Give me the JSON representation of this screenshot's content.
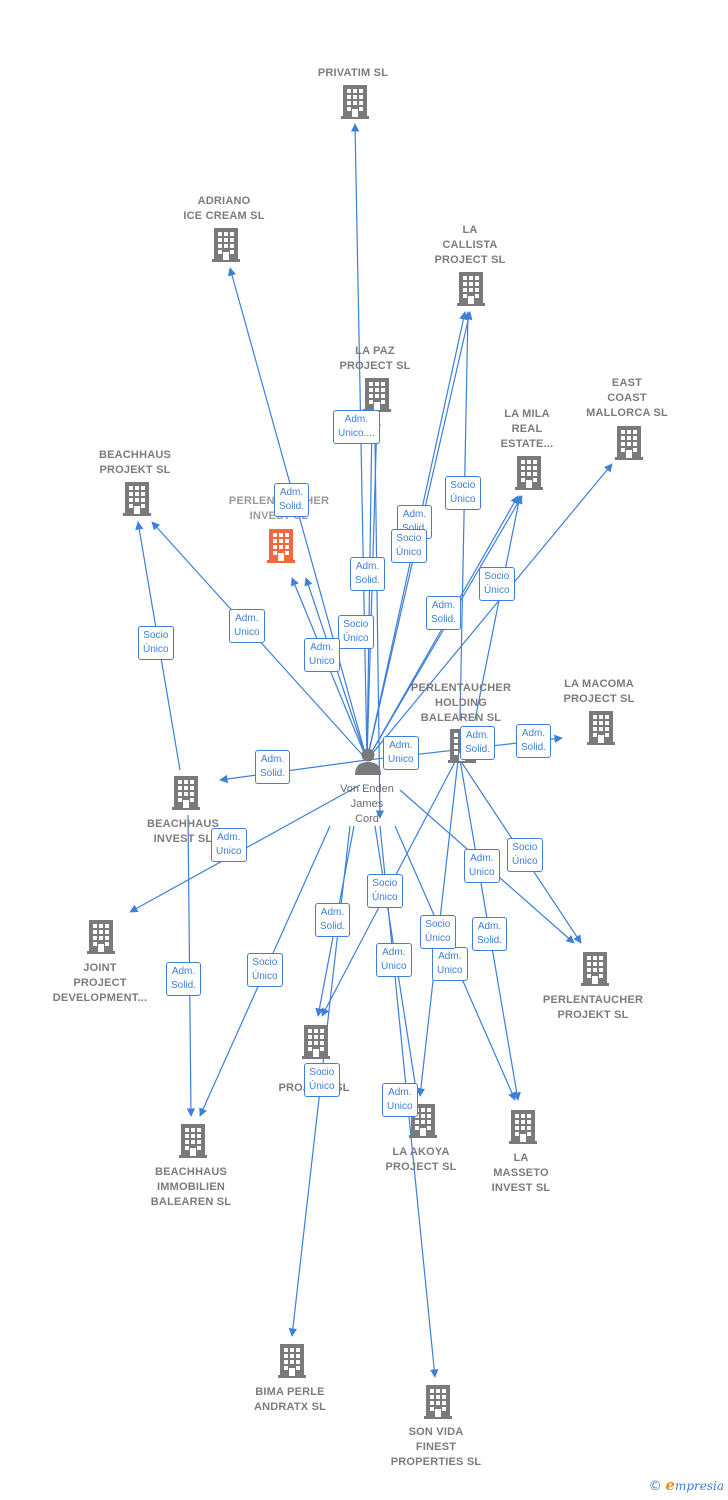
{
  "colors": {
    "edge": "#3d7fd9",
    "building": "#7a7a7a",
    "highlight": "#f26a3a",
    "text": "#7c7c7c"
  },
  "person": {
    "name": "Von Enden\nJames\nCord",
    "icon": "person-icon"
  },
  "companies": [
    {
      "id": "privatim",
      "name": "PRIVATIM SL"
    },
    {
      "id": "adriano",
      "name": "ADRIANO\nICE CREAM SL"
    },
    {
      "id": "lacallista",
      "name": "LA\nCALLISTA\nPROJECT  SL"
    },
    {
      "id": "lapaz",
      "name": "LA PAZ\nPROJECT  SL"
    },
    {
      "id": "eastcoast",
      "name": "EAST\nCOAST\nMALLORCA  SL"
    },
    {
      "id": "lamila",
      "name": "LA MILA\nREAL\nESTATE..."
    },
    {
      "id": "beachhausprojekt",
      "name": "BEACHHAUS\nPROJEKT  SL"
    },
    {
      "id": "perlentaucherinvest",
      "name": "PERLENTAUCHER\nINVEST  SL"
    },
    {
      "id": "perlentaucherholding",
      "name": "PERLENTAUCHER\nHOLDING\nBALEAREN  SL"
    },
    {
      "id": "lamacoma",
      "name": "LA MACOMA\nPROJECT  SL"
    },
    {
      "id": "beachhausinvest",
      "name": "BEACHHAUS\nINVEST  SL"
    },
    {
      "id": "joint",
      "name": "JOINT\nPROJECT\nDEVELOPMENT..."
    },
    {
      "id": "perlentaucherprojekt",
      "name": "PERLENTAUCHER\nPROJEKT  SL"
    },
    {
      "id": "la_proj",
      "name": "LA\nPROJECT SL"
    },
    {
      "id": "laakoya",
      "name": "LA AKOYA\nPROJECT  SL"
    },
    {
      "id": "lamasseto",
      "name": "LA\nMASSETO\nINVEST  SL"
    },
    {
      "id": "beachhausimmobilien",
      "name": "BEACHHAUS\nIMMOBILIEN\nBALEAREN  SL"
    },
    {
      "id": "bimaperle",
      "name": "BIMA PERLE\nANDRATX  SL"
    },
    {
      "id": "sonvida",
      "name": "SON VIDA\nFINEST\nPROPERTIES SL"
    }
  ],
  "relations": [
    {
      "label": "Adm.\nUnico...."
    },
    {
      "label": "Adm.\nSolid."
    },
    {
      "label": "Socio\nÚnico"
    },
    {
      "label": "Adm.\nSolid."
    },
    {
      "label": "Socio\nÚnico"
    },
    {
      "label": "Adm.\nSolid."
    },
    {
      "label": "Adm.\nSolid."
    },
    {
      "label": "Socio\nÚnico"
    },
    {
      "label": "Adm.\nUnico"
    },
    {
      "label": "Socio\nÚnico"
    },
    {
      "label": "Adm.\nUnico"
    },
    {
      "label": "Socio\nÚnico"
    },
    {
      "label": "Adm.\nSolid."
    },
    {
      "label": "Adm.\nUnico"
    },
    {
      "label": "Adm.\nSolid."
    },
    {
      "label": "Socio\nÚnico"
    },
    {
      "label": "Adm.\nSolid."
    },
    {
      "label": "Socio\nÚnico"
    },
    {
      "label": "Adm.\nUnico"
    },
    {
      "label": "Socio\nÚnico"
    },
    {
      "label": "Adm.\nUnico"
    },
    {
      "label": "Adm.\nUnico"
    },
    {
      "label": "Adm.\nUnico"
    },
    {
      "label": "Socio\nÚnico"
    },
    {
      "label": "Socio\nÚnico"
    },
    {
      "label": "Adm.\nSolid."
    },
    {
      "label": "Adm.\nSolid."
    },
    {
      "label": "Adm.\nUnico"
    },
    {
      "label": "Adm.\nSolid."
    }
  ],
  "footer": {
    "copyright": "©",
    "brand_initial": "e",
    "brand_rest": "mpresia"
  }
}
